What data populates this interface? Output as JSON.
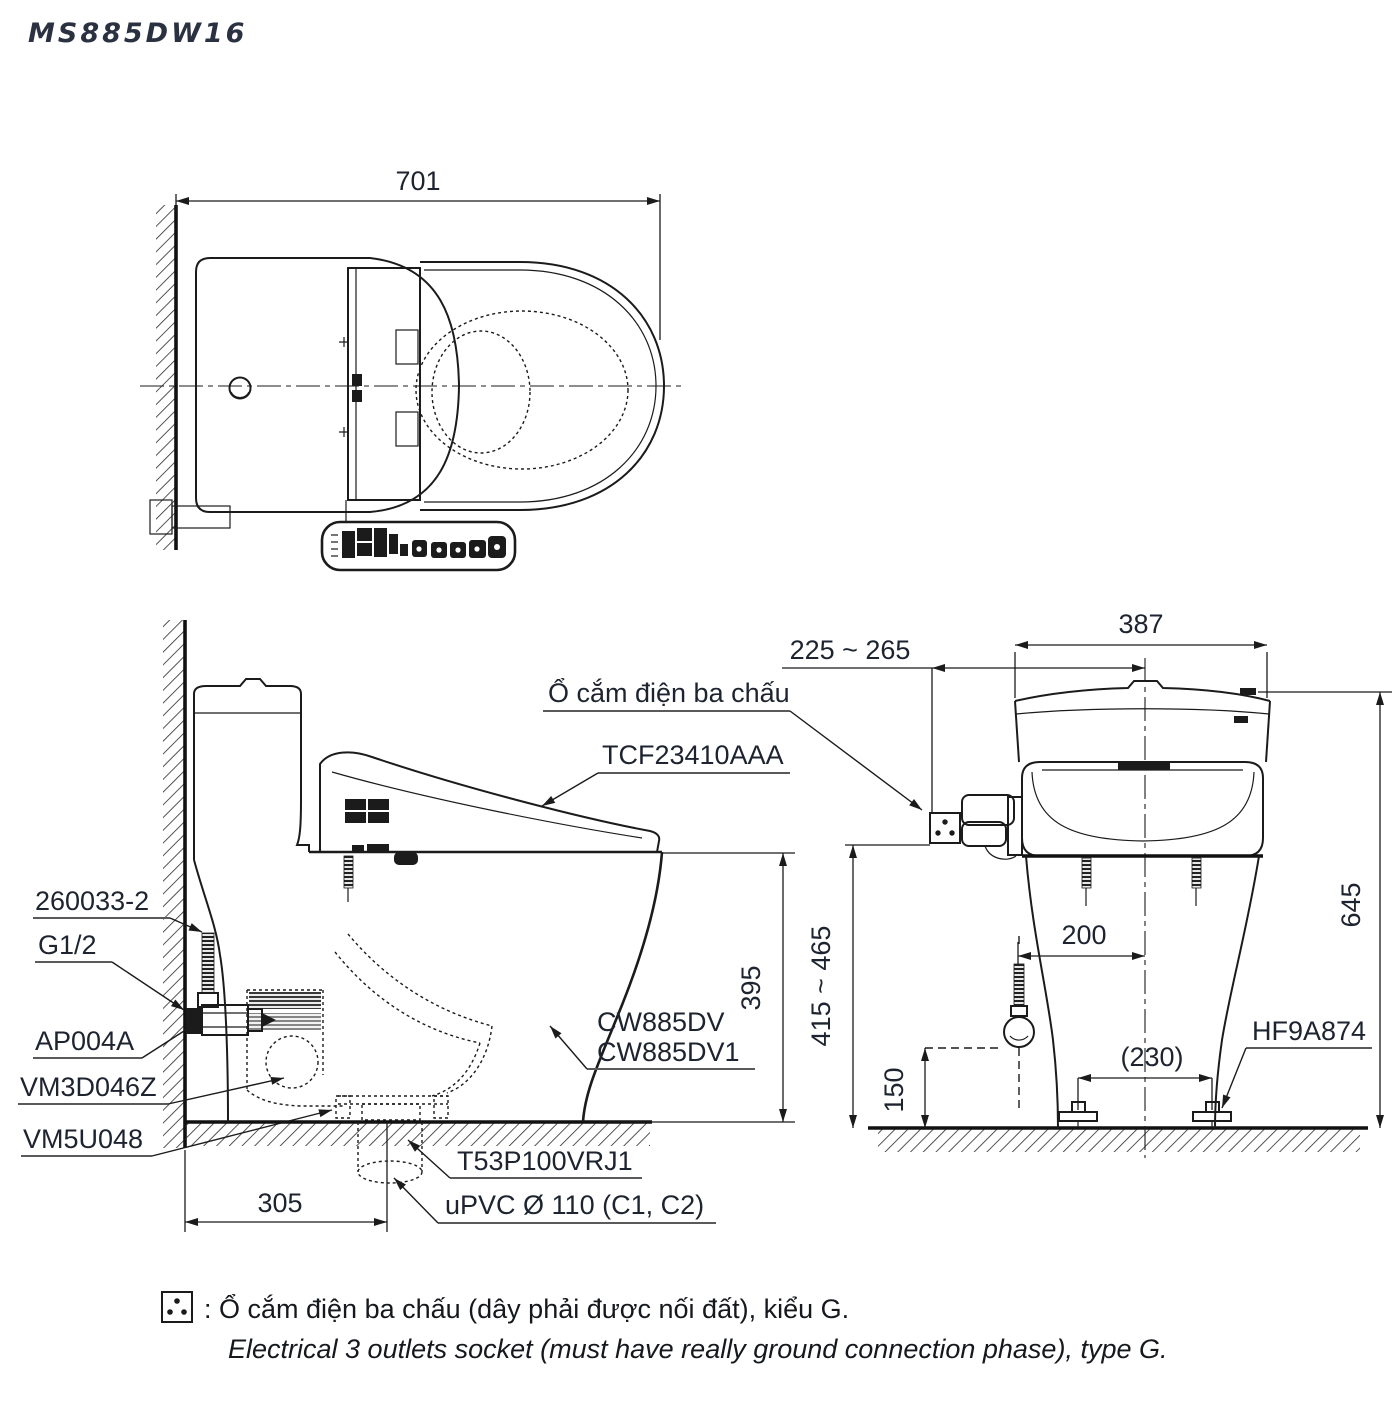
{
  "title": "MS885DW16",
  "top_view": {
    "dim_width": "701"
  },
  "side_view": {
    "dim_depth": "305",
    "dim_height": "395",
    "label_socket": "Ổ cắm điện ba chấu",
    "label_washlet": "TCF23410AAA",
    "label_supply_hose": "260033-2",
    "label_thread": "G1/2",
    "label_stop_valve": "AP004A",
    "label_flush_valve": "VM3D046Z",
    "label_gasket": "VM5U048",
    "label_bowl_1": "CW885DV",
    "label_bowl_2": "CW885DV1",
    "label_flange": "T53P100VRJ1",
    "label_pipe": "uPVC Ø 110 (C1, C2)"
  },
  "front_view": {
    "dim_width": "387",
    "dim_socket_offset": "225 ~ 265",
    "dim_height": "645",
    "dim_socket_height": "415 ~ 465",
    "dim_valve_height": "150",
    "dim_valve_offset": "200",
    "dim_bolt_spacing": "(230)",
    "label_bolt_cap": "HF9A874"
  },
  "footer": {
    "note_vi": ": Ổ cắm điện ba chấu (dây phải được nối đất), kiểu G.",
    "note_en": "Electrical 3 outlets socket (must have really ground connection phase), type G."
  }
}
